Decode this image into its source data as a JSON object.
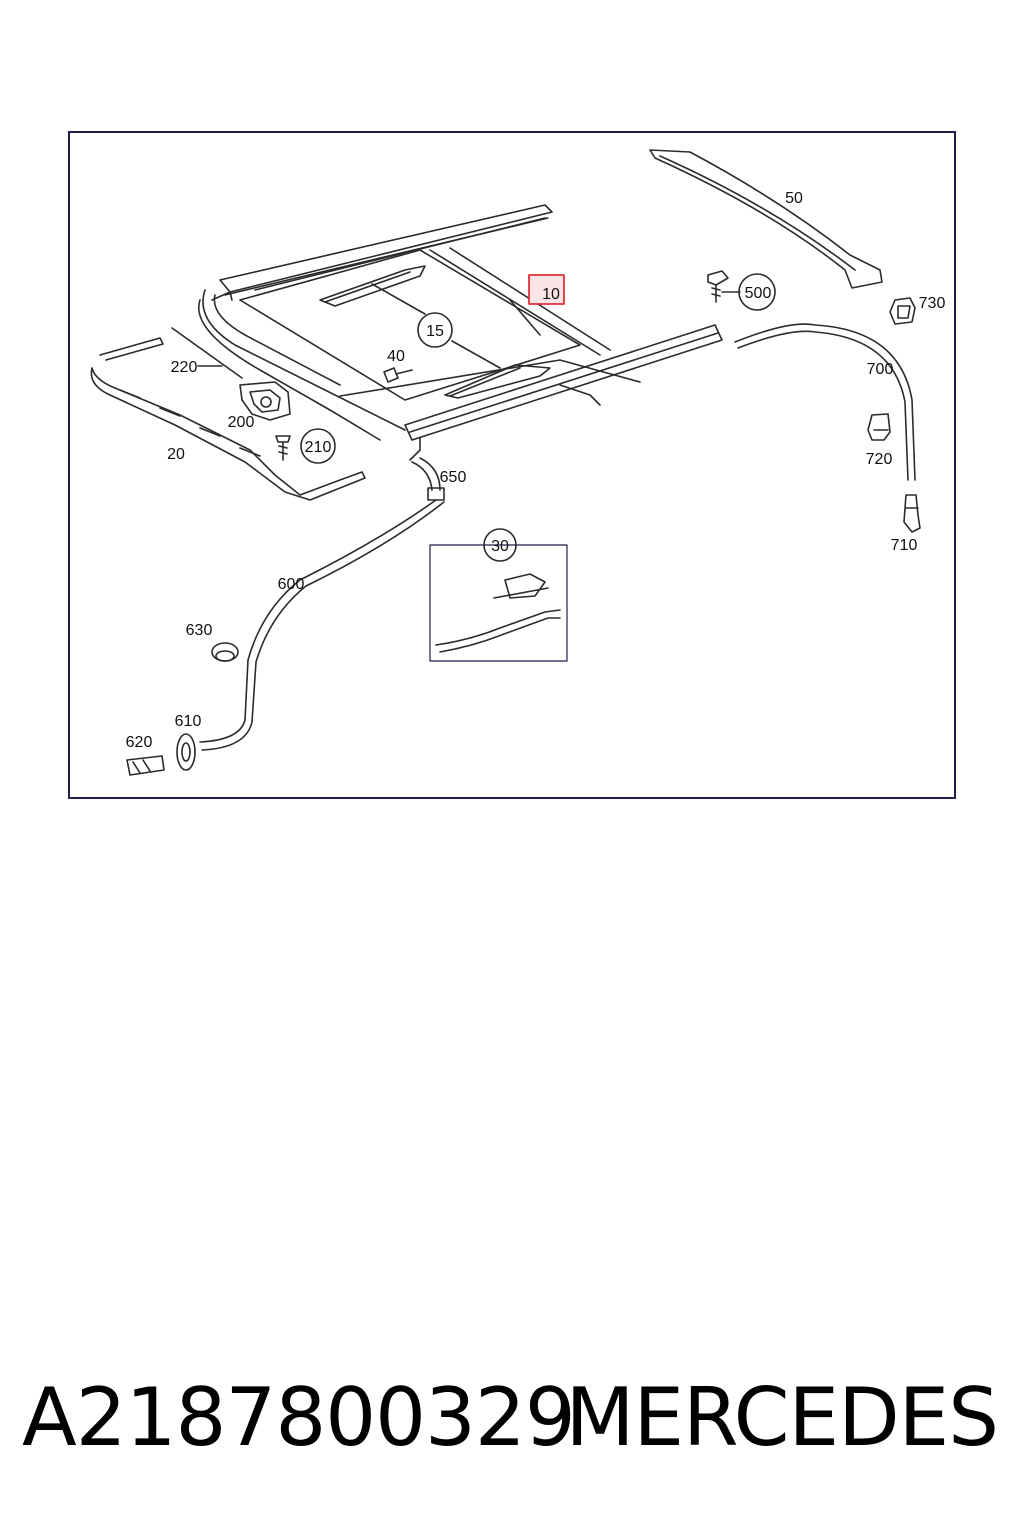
{
  "diagram": {
    "callouts": {
      "p10": "10",
      "p15": "15",
      "p20": "20",
      "p30": "30",
      "p40": "40",
      "p50": "50",
      "p200": "200",
      "p210": "210",
      "p220": "220",
      "p500": "500",
      "p600": "600",
      "p610": "610",
      "p620": "620",
      "p630": "630",
      "p650": "650",
      "p700": "700",
      "p710": "710",
      "p720": "720",
      "p730": "730"
    },
    "highlighted_part": "10",
    "colors": {
      "line": "#2b2b2b",
      "frame": "#1f1f4a",
      "highlight_border": "#e0303a",
      "highlight_fill": "#fbe4e6"
    }
  },
  "footer": {
    "part_number": "A2187800329",
    "brand": "MERCEDES"
  }
}
